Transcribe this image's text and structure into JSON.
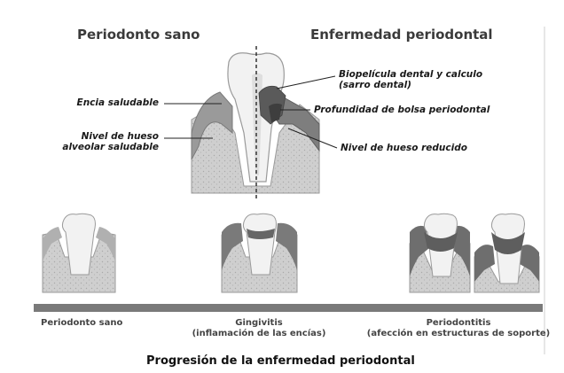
{
  "headers": {
    "healthy": "Periodonto sano",
    "disease": "Enfermedad periodontal"
  },
  "callouts": {
    "healthy_gum": "Encia saludable",
    "healthy_bone_line1": "Nivel de hueso",
    "healthy_bone_line2": "alveolar saludable",
    "biofilm_line1": "Biopelícula dental y calculo",
    "biofilm_line2": "(sarro dental)",
    "pocket_depth": "Profundidad de bolsa periodontal",
    "reduced_bone": "Nivel de hueso reducido"
  },
  "stages": {
    "healthy": "Periodonto sano",
    "gingivitis_line1": "Gingivitis",
    "gingivitis_line2": "(inflamación de las encías)",
    "periodontitis_line1": "Periodontitis",
    "periodontitis_line2": "(afección en estructuras de soporte)"
  },
  "footer": {
    "title": "Progresión de la enfermedad periodontal"
  },
  "colors": {
    "background": "#ffffff",
    "bone": "#c9c9c9",
    "gum": "#8f8f8f",
    "tooth": "#f4f4f4",
    "plaque": "#5a5a5a",
    "progress_bar": "#7a7a7a"
  }
}
